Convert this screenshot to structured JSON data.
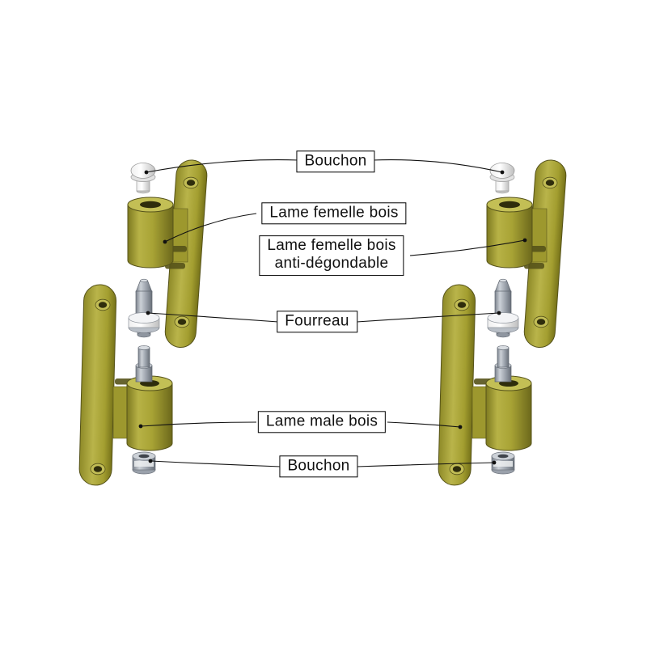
{
  "diagram": {
    "type": "exploded-view",
    "subject": "wood door hinge assembly",
    "labels": {
      "bouchon_top": "Bouchon",
      "lame_femelle": "Lame femelle bois",
      "lame_femelle_anti_1": "Lame femelle bois",
      "lame_femelle_anti_2": "anti-dégondable",
      "fourreau": "Fourreau",
      "lame_male": "Lame male bois",
      "bouchon_bottom": "Bouchon"
    },
    "colors": {
      "background": "#ffffff",
      "hinge_leaf": "#a8a335",
      "hinge_leaf_dark": "#6c681b",
      "hinge_leaf_light": "#b9b44a",
      "pin_gray": "#9aa1ab",
      "pin_gray_light": "#ccd1d7",
      "cap_white": "#f2f2f2",
      "leader_line": "#111111",
      "label_border": "#000000",
      "label_text": "#111111"
    }
  }
}
